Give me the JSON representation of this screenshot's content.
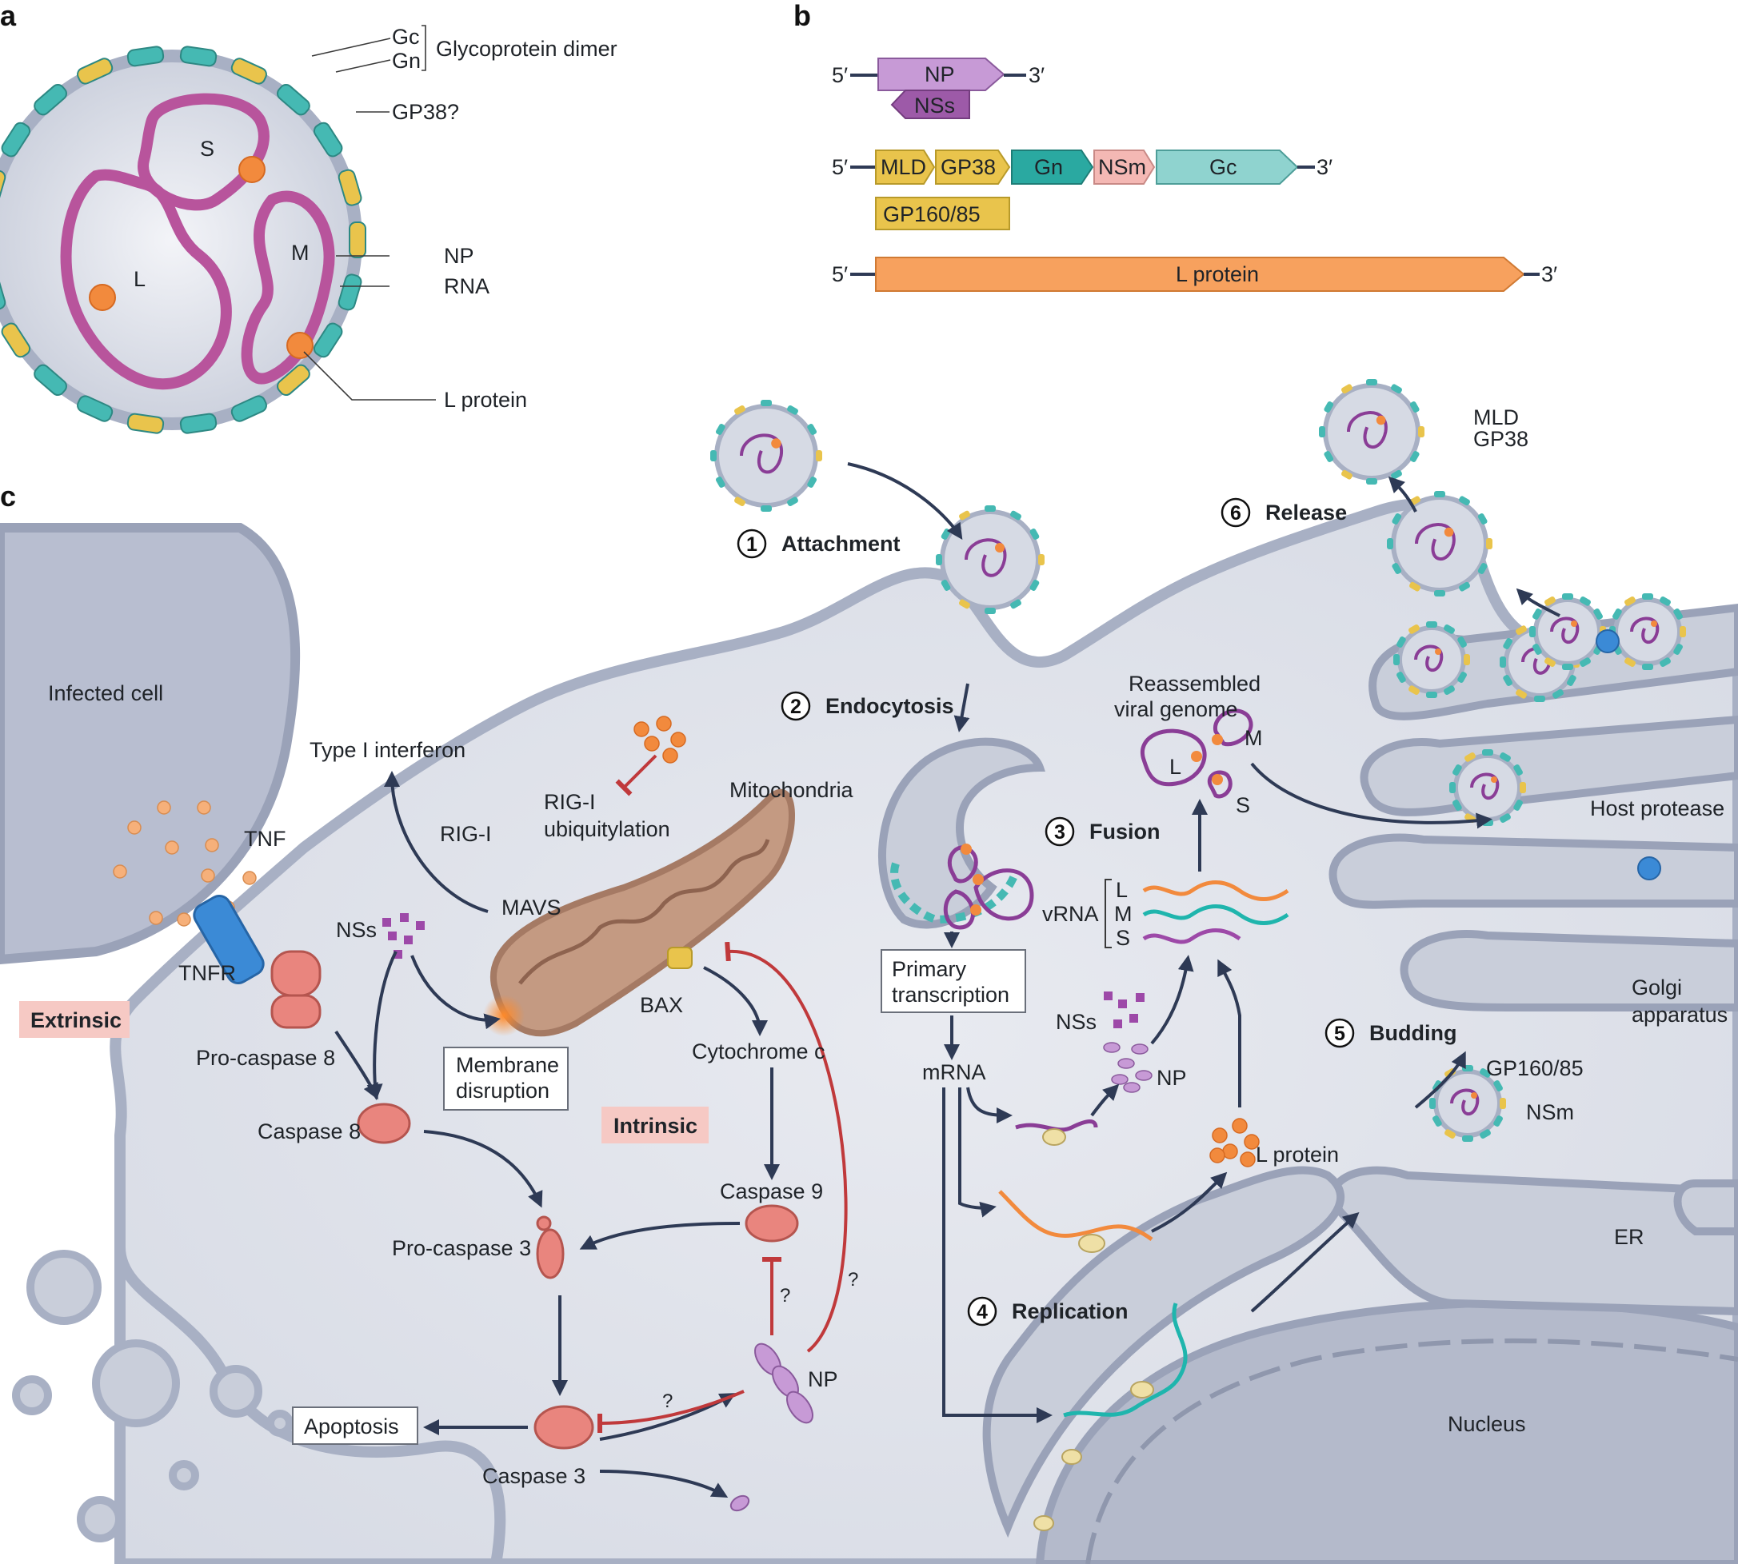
{
  "panels": {
    "a": "a",
    "b": "b",
    "c": "c"
  },
  "panel_a": {
    "segments": {
      "S": "S",
      "M": "M",
      "L": "L"
    },
    "labels": {
      "gc": "Gc",
      "gn": "Gn",
      "dimer": "Glycoprotein dimer",
      "gp38": "GP38?",
      "np": "NP",
      "rna": "RNA",
      "lprotein": "L protein"
    }
  },
  "panel_b": {
    "five": "5′",
    "three": "3′",
    "s_segment": {
      "np": "NP",
      "nss": "NSs"
    },
    "m_segment": {
      "mld": "MLD",
      "gp38": "GP38",
      "gn": "Gn",
      "nsm": "NSm",
      "gc": "Gc",
      "gp16085": "GP160/85"
    },
    "l_segment": {
      "l": "L protein"
    }
  },
  "panel_c": {
    "steps": [
      {
        "n": "1",
        "label": "Attachment"
      },
      {
        "n": "2",
        "label": "Endocytosis"
      },
      {
        "n": "3",
        "label": "Fusion"
      },
      {
        "n": "4",
        "label": "Replication"
      },
      {
        "n": "5",
        "label": "Budding"
      },
      {
        "n": "6",
        "label": "Release"
      }
    ],
    "labels": {
      "infected_cell": "Infected cell",
      "type1_ifn": "Type I interferon",
      "tnf": "TNF",
      "tnfr": "TNFR",
      "extrinsic": "Extrinsic",
      "intrinsic": "Intrinsic",
      "pro_casp8": "Pro-caspase 8",
      "casp8": "Caspase 8",
      "pro_casp3": "Pro-caspase 3",
      "casp3": "Caspase 3",
      "casp9": "Caspase 9",
      "apoptosis": "Apoptosis",
      "nss": "NSs",
      "rigi": "RIG-I",
      "mavs": "MAVS",
      "rigi_ub_1": "RIG-I",
      "rigi_ub_2": "ubiquitylation",
      "mito": "Mitochondria",
      "bax": "BAX",
      "cytc": "Cytochrome c",
      "membrane_1": "Membrane",
      "membrane_2": "disruption",
      "np": "NP",
      "q": "?",
      "primary_1": "Primary",
      "primary_2": "transcription",
      "mrna": "mRNA",
      "vrna": "vRNA",
      "vrna_l": "L",
      "vrna_m": "M",
      "vrna_s": "S",
      "nss2": "NSs",
      "np2": "NP",
      "lprot": "L protein",
      "reassembled_1": "Reassembled",
      "reassembled_2": "viral genome",
      "g_l": "L",
      "g_m": "M",
      "g_s": "S",
      "gp16085": "GP160/85",
      "nsm": "NSm",
      "golgi_1": "Golgi",
      "golgi_2": "apparatus",
      "host_protease": "Host protease",
      "er": "ER",
      "nucleus": "Nucleus",
      "mld": "MLD",
      "gp38": "GP38"
    }
  },
  "colors": {
    "membrane": "#a8b0c4",
    "cytoplasm": "#dfe2ea",
    "glycoprotein": "#45b9b3",
    "gp38": "#e9c44c",
    "np_rna": "#b8549c",
    "l_protein": "#f28a3d",
    "arrow": "#2e3a55",
    "inhibit": "#c0393b",
    "label_box": "#f6c9c4"
  }
}
